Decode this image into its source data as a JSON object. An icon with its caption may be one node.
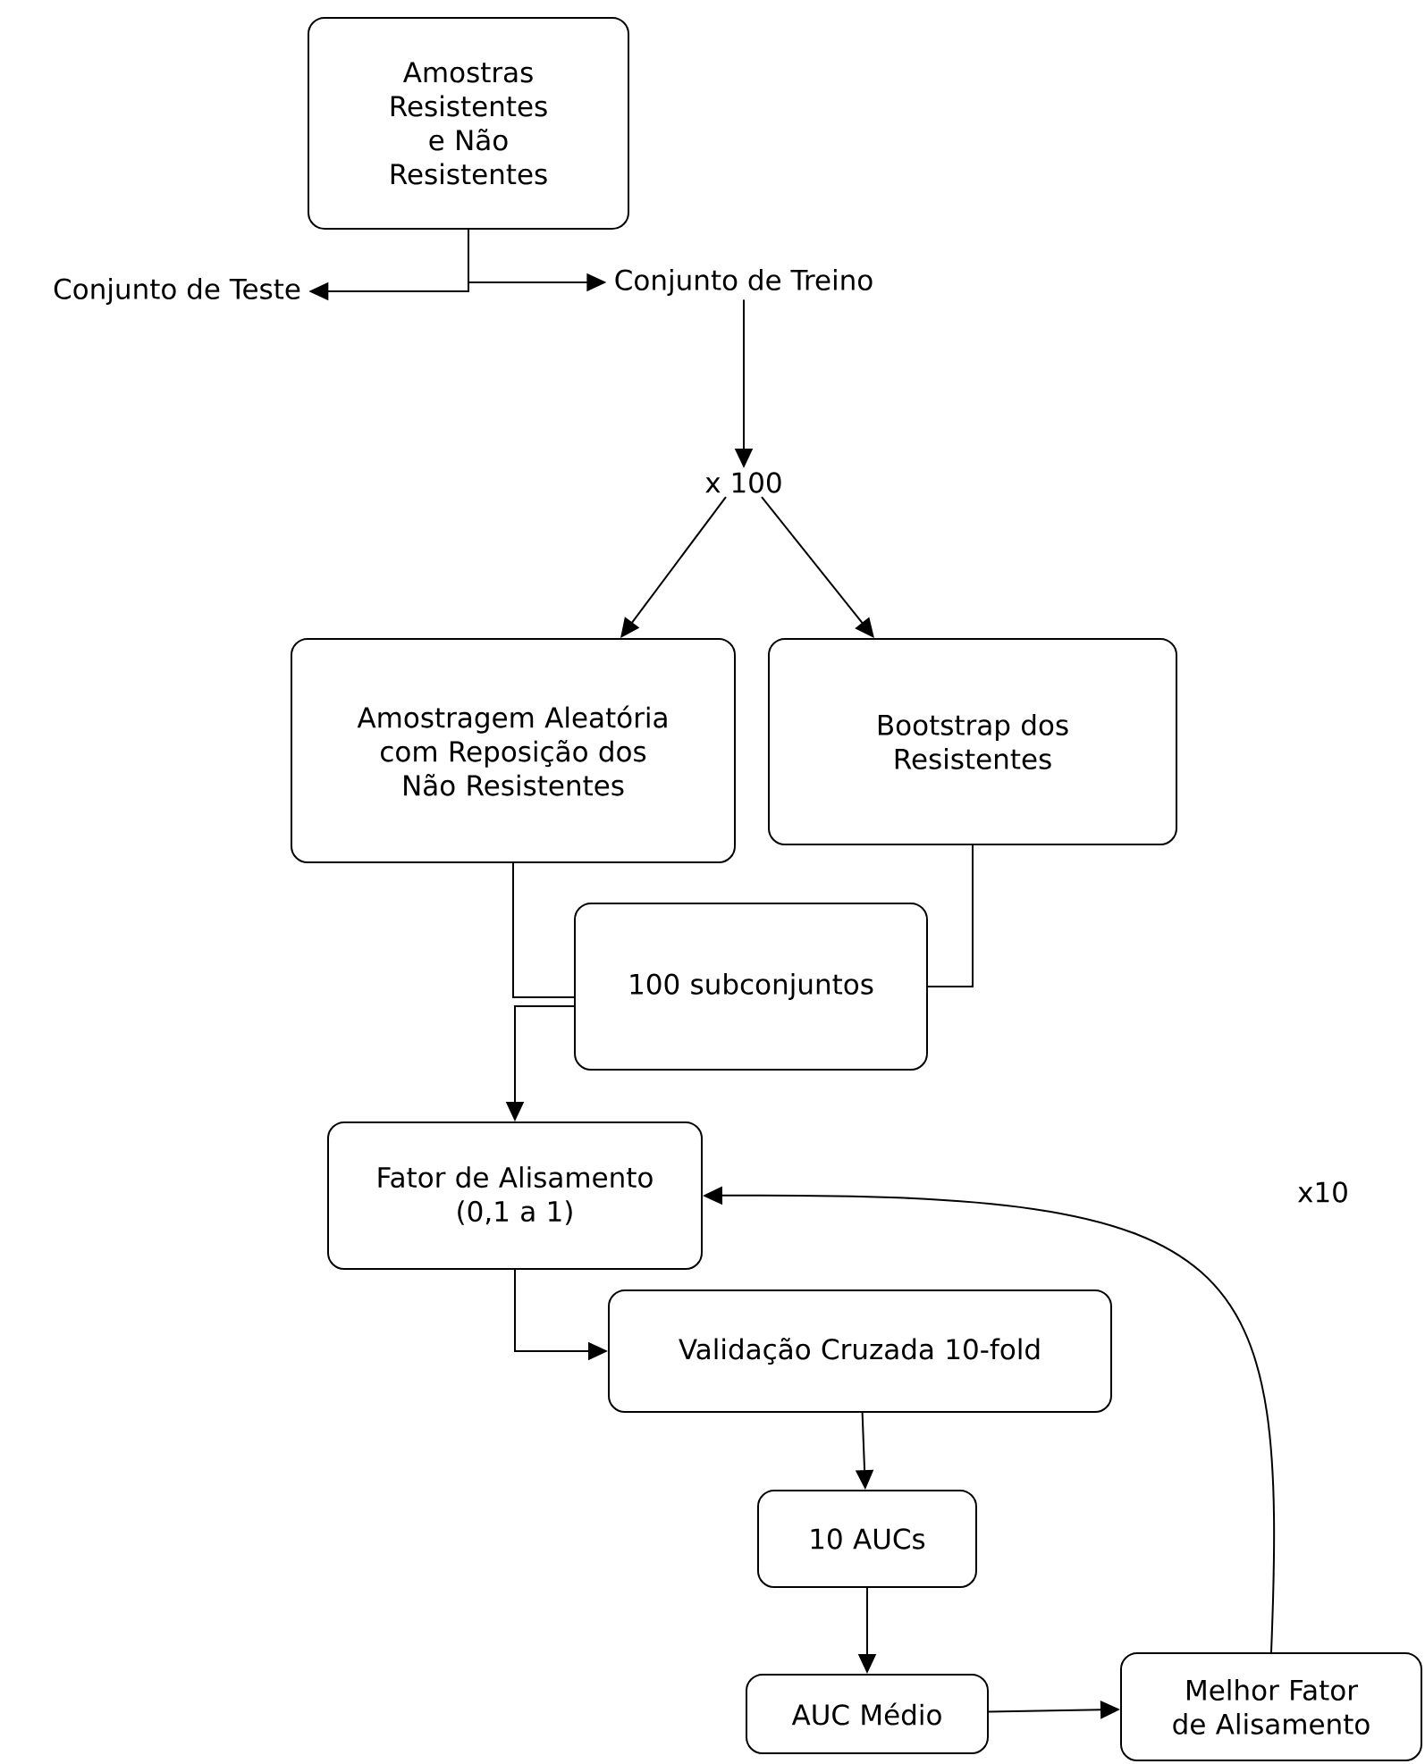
{
  "diagram": {
    "nodes": [
      {
        "text": [
          "Amostras Resistentes e Não Resistentes"
        ]
      },
      {
        "text": [
          "Conjunto de Teste"
        ]
      },
      {
        "text": [
          "Conjunto de Treino"
        ]
      },
      {
        "text": [
          "x 100"
        ]
      },
      {
        "text": [
          "Amostragem Aleatória com Reposição dos Não Resistentes"
        ]
      },
      {
        "text": [
          "Bootstrap dos Resistentes"
        ]
      },
      {
        "text": [
          "100 subconjuntos"
        ]
      },
      {
        "text": [
          "Fator de Alisamento (0,1 a 1)"
        ]
      },
      {
        "text": [
          "Validação Cruzada 10-fold"
        ]
      },
      {
        "text": [
          "10 AUCs"
        ]
      },
      {
        "text": [
          "AUC Médio"
        ]
      },
      {
        "text": [
          "Melhor Fator de Alisamento"
        ]
      }
    ],
    "edges": [
      {
        "from": 0,
        "to": 1,
        "arrow": "to"
      },
      {
        "from": 0,
        "to": 2,
        "arrow": "to"
      },
      {
        "from": 2,
        "to": 3,
        "arrow": "to"
      },
      {
        "from": 3,
        "to": 4,
        "arrow": "to"
      },
      {
        "from": 3,
        "to": 5,
        "arrow": "to"
      },
      {
        "from": 4,
        "to": 6,
        "arrow": "none"
      },
      {
        "from": 5,
        "to": 6,
        "arrow": "none"
      },
      {
        "from": 6,
        "to": 7,
        "arrow": "to"
      },
      {
        "from": 7,
        "to": 8,
        "arrow": "to"
      },
      {
        "from": 8,
        "to": 9,
        "arrow": "to"
      },
      {
        "from": 9,
        "to": 10,
        "arrow": "to"
      },
      {
        "from": 10,
        "to": 11,
        "arrow": "to"
      },
      {
        "from": 11,
        "to": 7,
        "arrow": "to"
      }
    ],
    "labels": [
      "x10"
    ]
  }
}
